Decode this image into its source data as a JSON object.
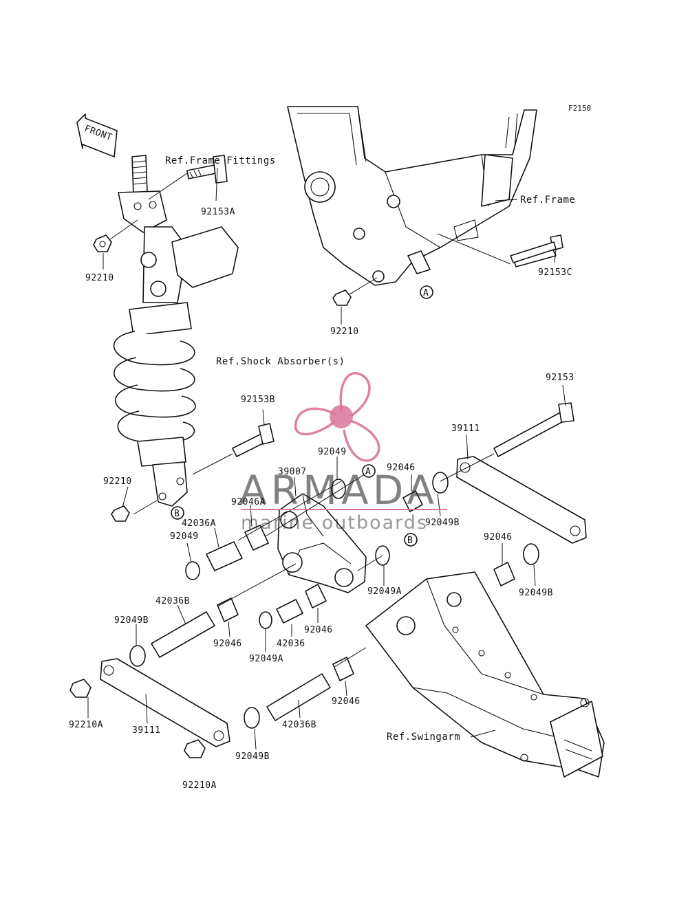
{
  "figure_code": "F2150",
  "front_arrow": "FRONT",
  "references": {
    "frame_fittings": "Ref.Frame Fittings",
    "frame": "Ref.Frame",
    "shock_absorber": "Ref.Shock Absorber(s)",
    "swingarm": "Ref.Swingarm"
  },
  "callouts": {
    "a": "A",
    "b": "B"
  },
  "parts": {
    "p92153A": "92153A",
    "p92210_top": "92210",
    "p92153C": "92153C",
    "p92210_frame": "92210",
    "p92153": "92153",
    "p92153B": "92153B",
    "p39111_top": "39111",
    "p92049_top": "92049",
    "p92046_top": "92046",
    "p39007": "39007",
    "p92046A": "92046A",
    "p92210_mid": "92210",
    "p42036A": "42036A",
    "p92049B_mid": "92049B",
    "p92049_left": "92049",
    "p92046_right": "92046",
    "p92049A_mid": "92049A",
    "p92049B_right": "92049B",
    "p42036B_left": "42036B",
    "p92046_a": "92046",
    "p92049B_left": "92049B",
    "p92046_b": "92046",
    "p42036": "42036",
    "p92049A_low": "92049A",
    "p92046_c": "92046",
    "p92210A_left": "92210A",
    "p42036B_right": "42036B",
    "p39111_low": "39111",
    "p92049B_low": "92049B",
    "p92210A_bottom": "92210A"
  },
  "watermark": {
    "brand": "ARMADA",
    "tagline": "marine outboards",
    "color": "#d9759a"
  }
}
